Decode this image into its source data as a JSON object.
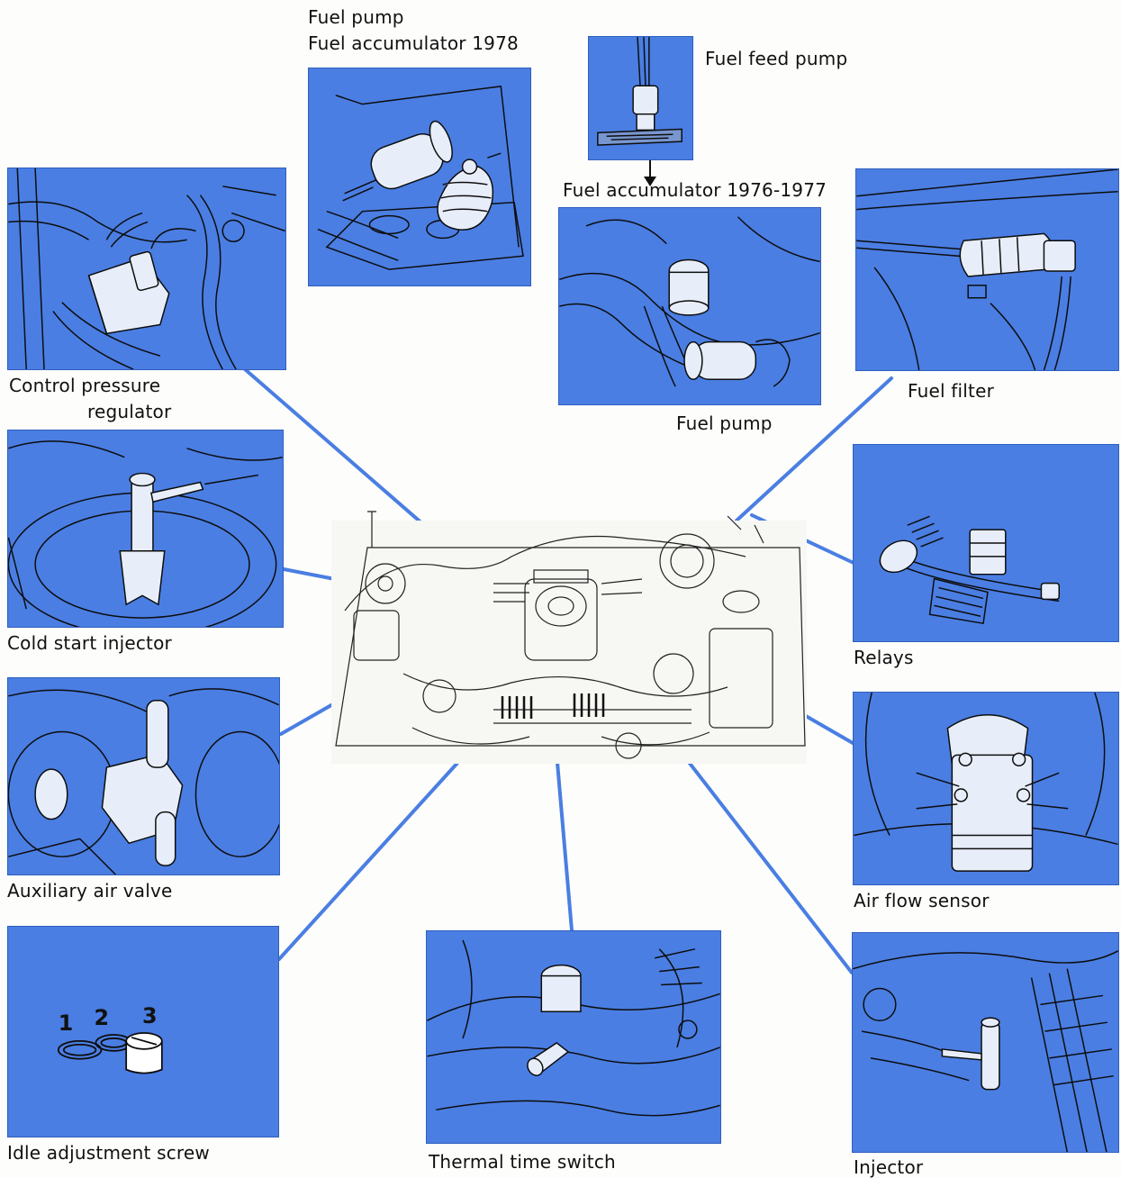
{
  "labels": {
    "fuel_pump_top_1": "Fuel pump",
    "fuel_pump_top_2": "Fuel accumulator  1978",
    "fuel_feed_pump": "Fuel feed pump",
    "fuel_accumulator_1976": "Fuel accumulator 1976-1977",
    "control_pressure_1": "Control pressure",
    "control_pressure_2": "regulator",
    "fuel_pump": "Fuel pump",
    "fuel_filter": "Fuel filter",
    "cold_start_injector": "Cold start injector",
    "relays": "Relays",
    "auxiliary_air_valve": "Auxiliary air valve",
    "air_flow_sensor": "Air flow sensor",
    "idle_adjustment_screw": "Idle adjustment screw",
    "thermal_time_switch": "Thermal time switch",
    "injector": "Injector"
  },
  "idle_screw_numbers": [
    "1",
    "2",
    "3"
  ],
  "colors": {
    "panel_blue": "#4a7ee3",
    "connector_blue": "#4a7ee3",
    "line_art": "#0d0d0d",
    "background": "#fdfdfb"
  }
}
